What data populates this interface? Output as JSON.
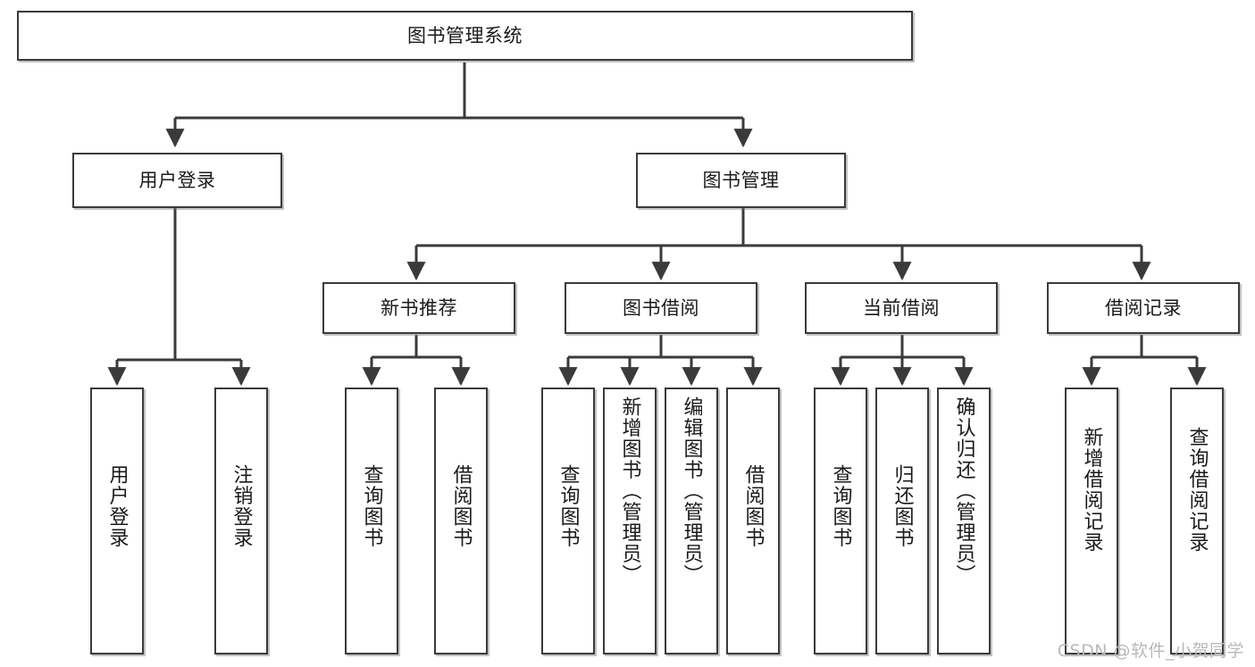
{
  "diagram": {
    "title": "图书管理系统",
    "type": "tree-hierarchy",
    "watermark": "CSDN @软件_小贺同学",
    "colors": {
      "stroke": "#3a3a3a",
      "fill": "#ffffff",
      "text": "#1a1a1a",
      "watermark": "#b9b9b9"
    },
    "nodes": {
      "root": {
        "label": "图书管理系统"
      },
      "level2": [
        {
          "id": "user-login",
          "label": "用户登录"
        },
        {
          "id": "book-manage",
          "label": "图书管理"
        }
      ],
      "level3": [
        {
          "id": "new-book-recommend",
          "label": "新书推荐"
        },
        {
          "id": "book-borrow",
          "label": "图书借阅"
        },
        {
          "id": "current-borrow",
          "label": "当前借阅"
        },
        {
          "id": "borrow-record",
          "label": "借阅记录"
        }
      ],
      "leaves": {
        "user-login": [
          {
            "id": "leaf-user-login",
            "label": "用户登录"
          },
          {
            "id": "leaf-logout-login",
            "label": "注销登录"
          }
        ],
        "new-book-recommend": [
          {
            "id": "leaf-query-book-1",
            "label": "查询图书"
          },
          {
            "id": "leaf-borrow-book-1",
            "label": "借阅图书"
          }
        ],
        "book-borrow": [
          {
            "id": "leaf-query-book-2",
            "label": "查询图书"
          },
          {
            "id": "leaf-add-book",
            "label": "新增图书（管理员）"
          },
          {
            "id": "leaf-edit-book",
            "label": "编辑图书（管理员）"
          },
          {
            "id": "leaf-borrow-book-2",
            "label": "借阅图书"
          }
        ],
        "current-borrow": [
          {
            "id": "leaf-query-book-3",
            "label": "查询图书"
          },
          {
            "id": "leaf-return-book",
            "label": "归还图书"
          },
          {
            "id": "leaf-confirm-return",
            "label": "确认归还（管理员）"
          }
        ],
        "borrow-record": [
          {
            "id": "leaf-add-record",
            "label": "新增借阅记录"
          },
          {
            "id": "leaf-query-record",
            "label": "查询借阅记录"
          }
        ]
      }
    }
  }
}
